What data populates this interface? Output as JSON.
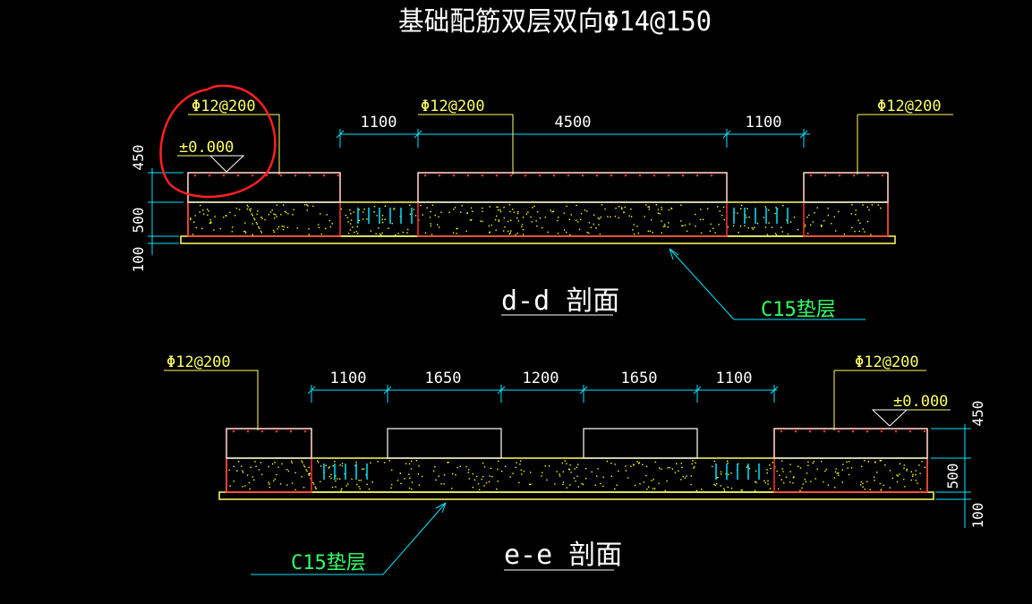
{
  "drawing": {
    "title": "基础配筋双层双向Φ14@150",
    "colors": {
      "background": "#000000",
      "title": "#ffffff",
      "annotation": "#ffff66",
      "dimension": "#00e5ff",
      "section_label": "#ffffff",
      "note": "#33ff66",
      "concrete_outline": "#ff3030",
      "slab": "#ffffff",
      "concrete_speckle": "#ffff00",
      "markup_circle": "#ff2020"
    }
  },
  "section_dd": {
    "label": "d-d 剖面",
    "rebar_left": "Φ12@200",
    "rebar_mid": "Φ12@200",
    "rebar_right": "Φ12@200",
    "elevation": "±0.000",
    "dims_horizontal": [
      "1100",
      "4500",
      "1100"
    ],
    "dims_vertical": [
      "450",
      "500",
      "100"
    ],
    "cushion_note": "C15垫层"
  },
  "section_ee": {
    "label": "e-e 剖面",
    "rebar_left": "Φ12@200",
    "rebar_right": "Φ12@200",
    "elevation": "±0.000",
    "dims_horizontal": [
      "1100",
      "1650",
      "1200",
      "1650",
      "1100"
    ],
    "dims_vertical": [
      "450",
      "500",
      "100"
    ],
    "cushion_note": "C15垫层"
  }
}
